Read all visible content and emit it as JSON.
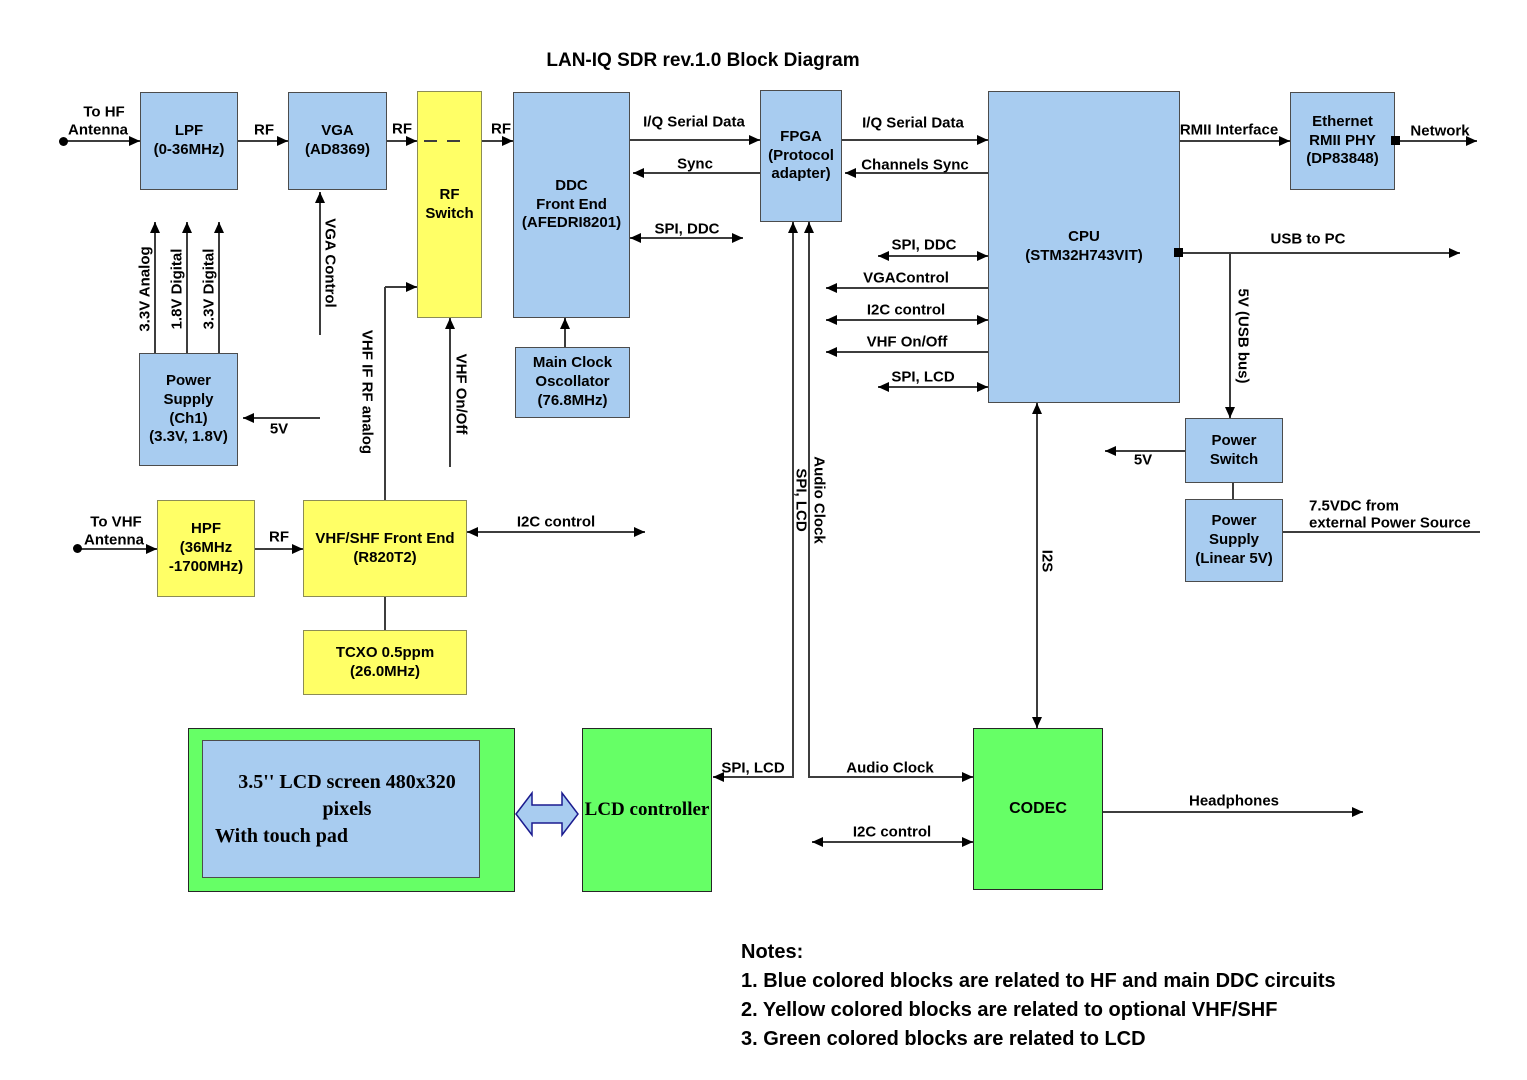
{
  "title": "LAN-IQ SDR rev.1.0  Block Diagram",
  "colors": {
    "blue": "#a8ccf0",
    "yellow": "#ffff66",
    "green": "#66ff66",
    "wire": "#3d3d3d"
  },
  "blocks": {
    "lpf": [
      "LPF",
      "(0-36MHz)"
    ],
    "vga": [
      "VGA",
      "(AD8369)"
    ],
    "rf_switch": [
      "RF",
      "Switch"
    ],
    "ddc": [
      "DDC",
      "Front End",
      "(AFEDRI8201)"
    ],
    "main_clock": [
      "Main Clock",
      "Oscollator",
      "(76.8MHz)"
    ],
    "fpga": [
      "FPGA",
      "(Protocol",
      "adapter)"
    ],
    "cpu": [
      "CPU",
      "(STM32H743VIT)"
    ],
    "ethernet_phy": [
      "Ethernet",
      "RMII PHY",
      "(DP83848)"
    ],
    "power_supply_ch1": [
      "Power",
      "Supply",
      "(Ch1)",
      "(3.3V, 1.8V)"
    ],
    "power_switch": [
      "Power",
      "Switch"
    ],
    "power_supply_linear": [
      "Power",
      "Supply",
      "(Linear 5V)"
    ],
    "hpf": [
      "HPF",
      "(36MHz",
      "-1700MHz)"
    ],
    "vhf_front_end": [
      "VHF/SHF Front End",
      "(R820T2)"
    ],
    "tcxo": [
      "TCXO 0.5ppm",
      "(26.0MHz)"
    ],
    "lcd_screen": [
      "3.5'' LCD screen 480x320 pixels",
      "With touch pad"
    ],
    "lcd_controller": "LCD controller",
    "codec": "CODEC"
  },
  "wires": {
    "to_hf_antenna": [
      "To HF",
      "Antenna"
    ],
    "to_vhf_antenna": [
      "To VHF",
      "Antenna"
    ],
    "rf_lpf_vga": "RF",
    "rf_vga_switch": "RF",
    "rf_switch_ddc": "RF",
    "rf_hpf_vhf": "RF",
    "iq_serial_ddc_fpga": "I/Q Serial Data",
    "sync": "Sync",
    "spi_ddc_ddc": "SPI, DDC",
    "iq_serial_fpga_cpu": "I/Q Serial Data",
    "channels_sync": "Channels Sync",
    "spi_ddc_cpu": "SPI, DDC",
    "vga_control_cpu": "VGAControl",
    "i2c_control_cpu": "I2C control",
    "vhf_onoff_cpu": "VHF On/Off",
    "spi_lcd_cpu": "SPI, LCD",
    "rmii_interface": "RMII Interface",
    "network": "Network",
    "usb_to_pc": "USB to PC",
    "usb_5v": "5V (USB bus)",
    "power_switch_5v": "5V",
    "ext_power_1": "7.5VDC from",
    "ext_power_2": "external Power Source",
    "ps_ch1_5v": "5V",
    "analog_3v3": "3.3V Analog",
    "digital_1v8": "1.8V Digital",
    "digital_3v3": "3.3V Digital",
    "vga_control": "VGA Control",
    "vhf_if_rf_analog": "VHF IF RF analog",
    "vhf_onoff": "VHF On/Off",
    "i2c_control_vhf": "I2C control",
    "spi_lcd_vert": "SPI, LCD",
    "audio_clock_vert": "Audio Clock",
    "i2s": "I2S",
    "spi_lcd_lcd": "SPI, LCD",
    "audio_clock_codec": "Audio Clock",
    "i2c_control_codec": "I2C control",
    "headphones": "Headphones"
  },
  "notes": {
    "heading": "Notes:",
    "items": [
      "1. Blue colored blocks are related to HF and main DDC circuits",
      "2. Yellow colored blocks are related to optional VHF/SHF",
      "3. Green colored blocks are related to LCD"
    ]
  }
}
